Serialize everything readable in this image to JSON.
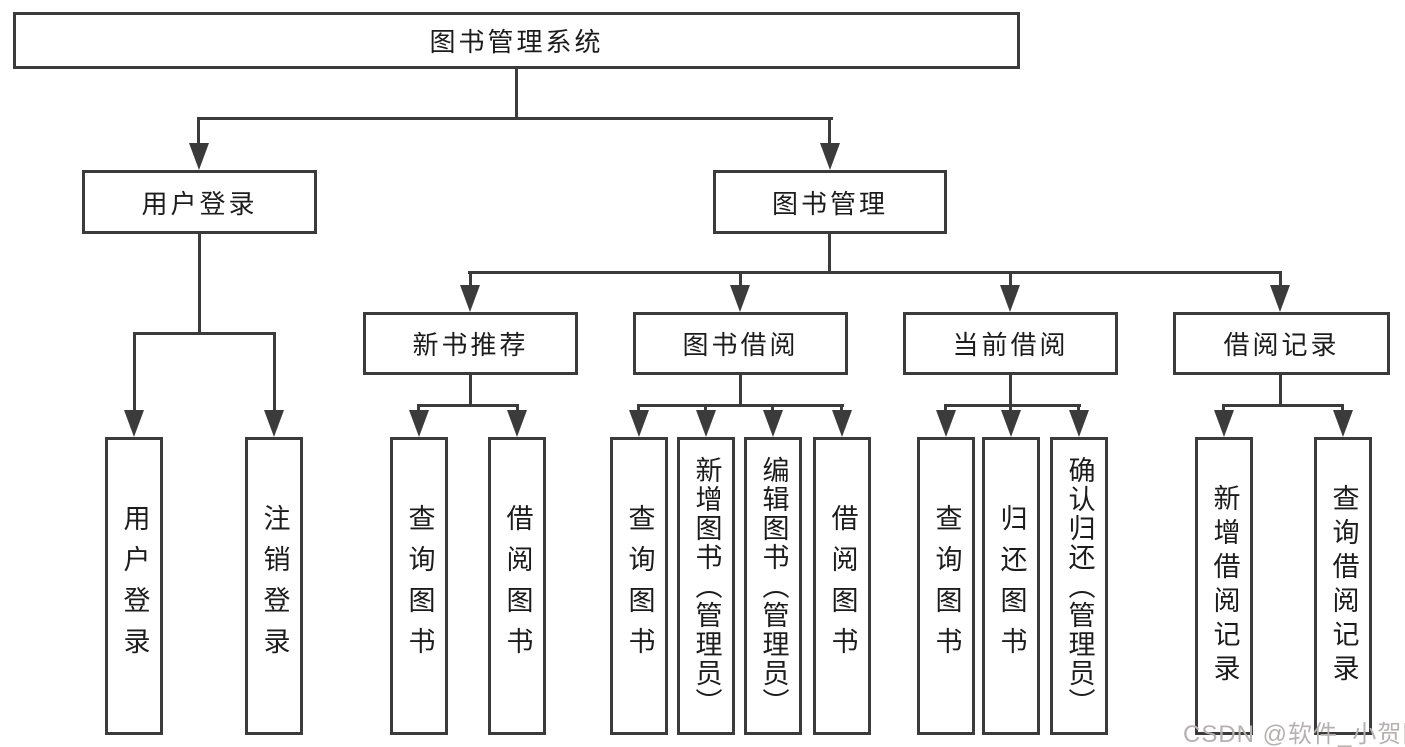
{
  "diagram_title": "图书管理系统",
  "tree": {
    "root": {
      "label": "图书管理系统"
    },
    "children": [
      {
        "label": "用户登录",
        "children": [
          {
            "label": "用户登录"
          },
          {
            "label": "注销登录"
          }
        ]
      },
      {
        "label": "图书管理",
        "children": [
          {
            "label": "新书推荐",
            "children": [
              {
                "label": "查询图书"
              },
              {
                "label": "借阅图书"
              }
            ]
          },
          {
            "label": "图书借阅",
            "children": [
              {
                "label": "查询图书"
              },
              {
                "label": "新增图书（管理员）"
              },
              {
                "label": "编辑图书（管理员）"
              },
              {
                "label": "借阅图书"
              }
            ]
          },
          {
            "label": "当前借阅",
            "children": [
              {
                "label": "查询图书"
              },
              {
                "label": "归还图书"
              },
              {
                "label": "确认归还（管理员）"
              }
            ]
          },
          {
            "label": "借阅记录",
            "children": [
              {
                "label": "新增借阅记录"
              },
              {
                "label": "查询借阅记录"
              }
            ]
          }
        ]
      }
    ]
  },
  "watermark": {
    "text": "CSDN @软件_小贺同学"
  },
  "colors": {
    "line": "#3b3b3b",
    "text": "#1c1c1c",
    "background": "#ffffff",
    "watermark": "#b6b1b1"
  }
}
